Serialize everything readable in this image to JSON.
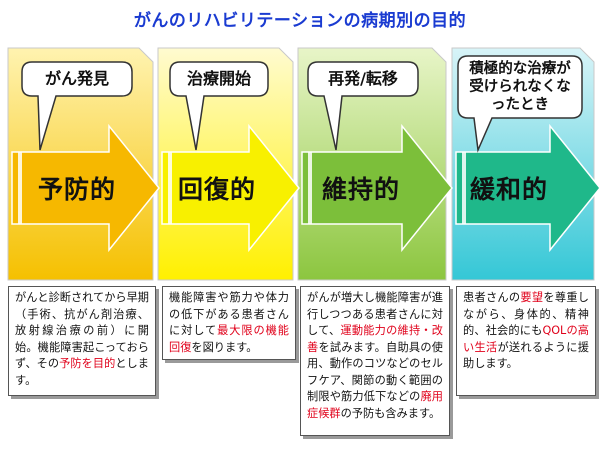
{
  "title": "がんのリハビリテーションの病期別の目的",
  "phases": [
    {
      "bubble": "がん発見",
      "arrow_label": "予防的",
      "color_top": "#fff3b0",
      "color_bottom": "#f5c000",
      "arrow_color": "#f6b800",
      "desc": [
        {
          "t": "がんと診断されてから早期（手術、抗がん剤治療、放射線治療の前）に開始。機能障害起こっておらず、その",
          "hl": false
        },
        {
          "t": "予防を目的",
          "hl": true
        },
        {
          "t": "とします。",
          "hl": false
        }
      ]
    },
    {
      "bubble": "治療開始",
      "arrow_label": "回復的",
      "color_top": "#fffbd0",
      "color_bottom": "#fff000",
      "arrow_color": "#f8f000",
      "desc": [
        {
          "t": "機能障害や筋力や体力の低下がある患者さんに対して",
          "hl": false
        },
        {
          "t": "最大限の機能回復",
          "hl": true
        },
        {
          "t": "を図ります。",
          "hl": false
        }
      ]
    },
    {
      "bubble": "再発/転移",
      "arrow_label": "維持的",
      "color_top": "#e8f5c8",
      "color_bottom": "#8cc63f",
      "arrow_color": "#7cbf3a",
      "desc": [
        {
          "t": "がんが増大し機能障害が進行しつつある患者さんに対して、",
          "hl": false
        },
        {
          "t": "運動能力の維持・改善",
          "hl": true
        },
        {
          "t": "を試みます。自助具の使用、動作のコツなどのセルフケア、関節の動く範囲の制限や筋力低下などの",
          "hl": false
        },
        {
          "t": "廃用症候群",
          "hl": true
        },
        {
          "t": "の予防も含みます。",
          "hl": false
        }
      ]
    },
    {
      "bubble": "積極的な治療が受けられなくなったとき",
      "arrow_label": "緩和的",
      "color_top": "#d8f4f8",
      "color_bottom": "#34c7d6",
      "arrow_color": "#1fb88a",
      "desc": [
        {
          "t": "患者さんの",
          "hl": false
        },
        {
          "t": "要望",
          "hl": true
        },
        {
          "t": "を尊重しながら、身体的、精神的、社会的にも",
          "hl": false
        },
        {
          "t": "QOLの高い生活",
          "hl": true
        },
        {
          "t": "が送れるように援助します。",
          "hl": false
        }
      ]
    }
  ]
}
